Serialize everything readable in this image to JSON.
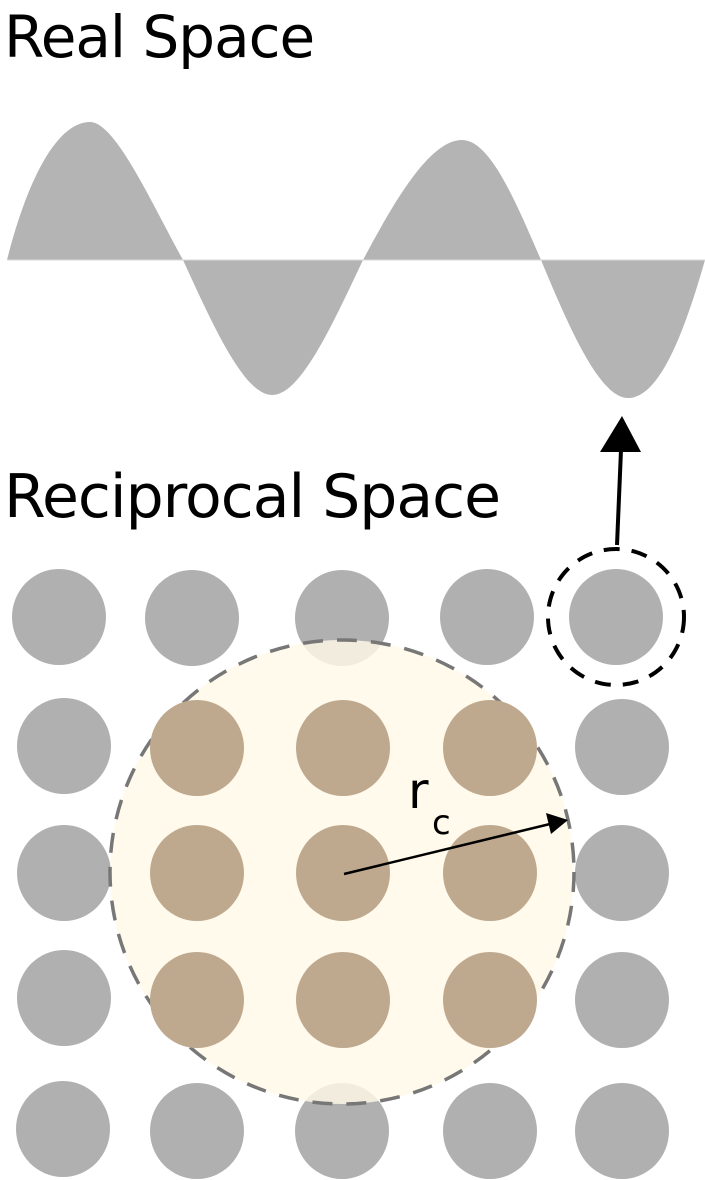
{
  "titles": {
    "real_space": "Real Space",
    "reciprocal_space": "Reciprocal Space"
  },
  "labels": {
    "radius_symbol": "r",
    "radius_subscript": "c"
  },
  "colors": {
    "wave_fill": "#b3b4b3",
    "lattice_point": "#b0b0b0",
    "lattice_point_inside": "#bea98f",
    "cutoff_sphere_fill": "#fff9e6",
    "cutoff_sphere_stroke": "#777777",
    "highlight_stroke": "#000000",
    "arrow": "#000000"
  },
  "lattice": {
    "rows": 5,
    "columns": 5,
    "inside_cutoff": [
      [
        1,
        1
      ],
      [
        1,
        2
      ],
      [
        1,
        3
      ],
      [
        2,
        1
      ],
      [
        2,
        2
      ],
      [
        2,
        3
      ],
      [
        3,
        1
      ],
      [
        3,
        2
      ],
      [
        3,
        3
      ]
    ],
    "highlighted_point": [
      0,
      4
    ]
  }
}
